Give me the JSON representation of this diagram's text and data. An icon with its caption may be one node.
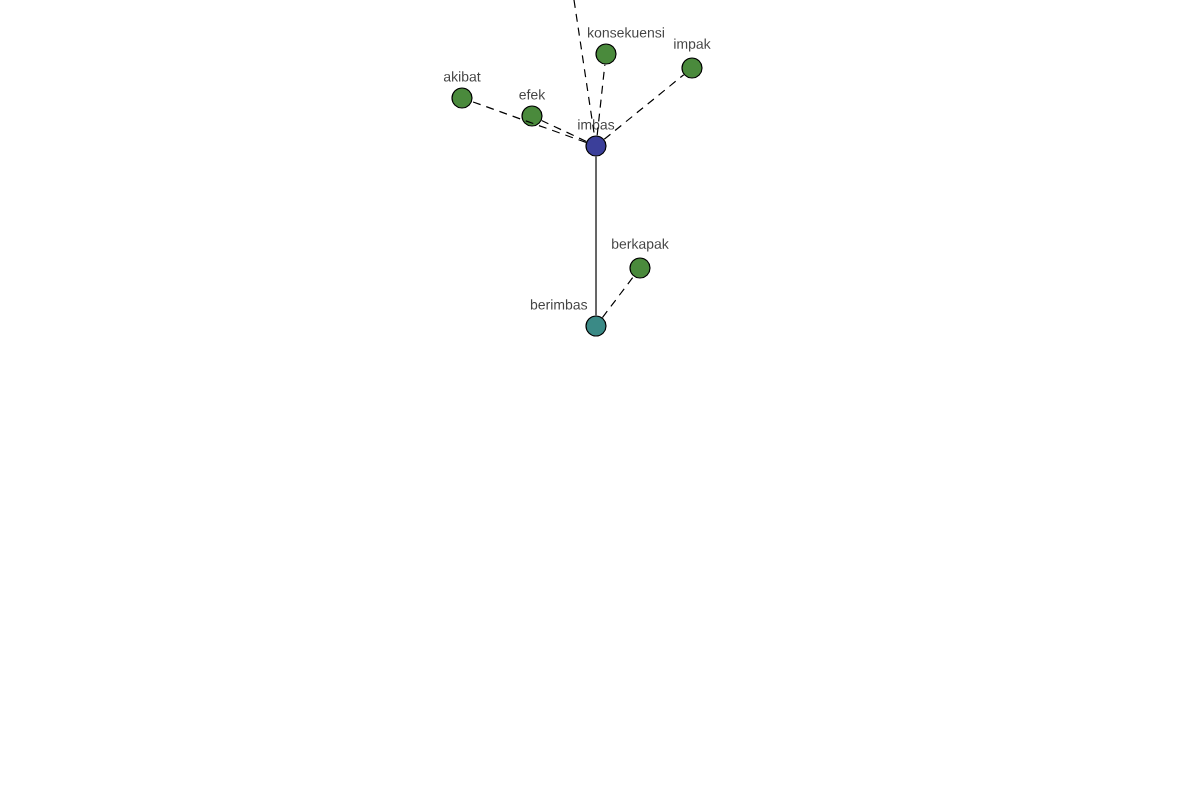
{
  "diagram": {
    "nodes": [
      {
        "text": [
          "imbas"
        ]
      },
      {
        "text": [
          "akibat"
        ]
      },
      {
        "text": [
          "efek"
        ]
      },
      {
        "text": [
          "konsekuensi"
        ]
      },
      {
        "text": [
          "impak"
        ]
      },
      {
        "text": [
          "berkapak"
        ]
      },
      {
        "text": [
          "berimbas"
        ]
      }
    ],
    "edges": [
      {
        "from": null,
        "to": 0,
        "arrow": "none",
        "style": "dashed"
      },
      {
        "from": 0,
        "to": 1,
        "arrow": "none",
        "style": "dashed"
      },
      {
        "from": 0,
        "to": 2,
        "arrow": "none",
        "style": "dashed"
      },
      {
        "from": 0,
        "to": 3,
        "arrow": "none",
        "style": "dashed"
      },
      {
        "from": 0,
        "to": 4,
        "arrow": "none",
        "style": "dashed"
      },
      {
        "from": 0,
        "to": 6,
        "arrow": "none"
      },
      {
        "from": 6,
        "to": 5,
        "arrow": "none",
        "style": "dashed"
      }
    ]
  }
}
